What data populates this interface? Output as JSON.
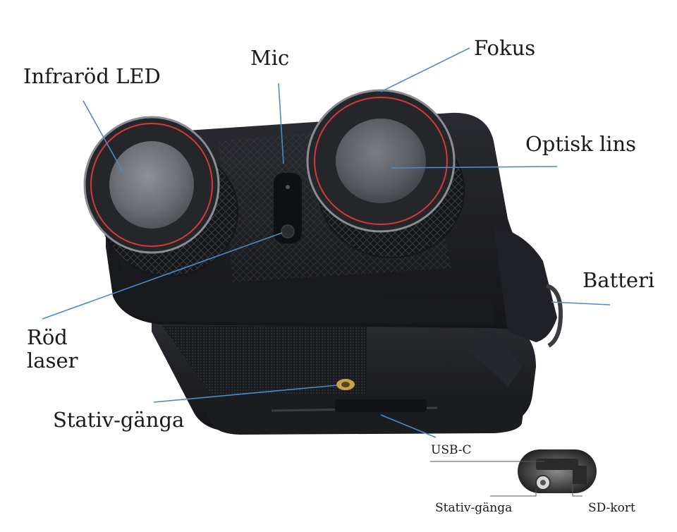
{
  "labels": {
    "infrared_led": "Infraröd LED",
    "mic": "Mic",
    "fokus": "Fokus",
    "optisk_lins": "Optisk lins",
    "batteri": "Batteri",
    "rod_laser_line1": "Röd",
    "rod_laser_line2": "laser",
    "stativ_ganga": "Stativ-gänga",
    "usb_c": "USB-C",
    "stativ_ganga_inset": "Stativ-gänga",
    "sd_kort": "SD-kort"
  },
  "colors": {
    "leader_line": "#4a8cc9",
    "body": "#1e1f23",
    "body_dark": "#111214",
    "lens_glass": "#6f7378",
    "lens_ring_accent": "#d23a3a",
    "tripod_gold": "#c9a24a"
  }
}
